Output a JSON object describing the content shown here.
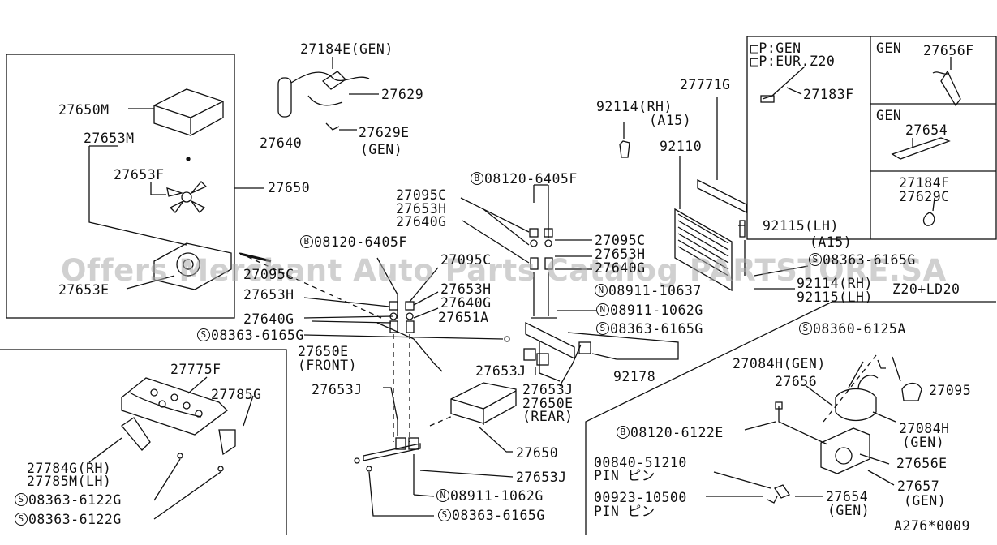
{
  "watermark": "Offers Merchant Auto Parts Catalog PARTSTORE.SA",
  "labels": {
    "p27184E": "27184E(GEN)",
    "p27629": "27629",
    "p27640": "27640",
    "p27629E": "27629E",
    "gen": "(GEN)",
    "p27650M": "27650M",
    "p27653M": "27653M",
    "p27653F": "27653F",
    "p27650": "27650",
    "p27653E": "27653E",
    "b6405F_top": "08120-6405F",
    "p27095C_a": "27095C",
    "p27653H_a": "27653H",
    "p27640G_a": "27640G",
    "p27095C_b": "27095C",
    "p27653H_b": "27653H",
    "p27640G_b": "27640G",
    "b6405F_left": "08120-6405F",
    "p27095C_c": "27095C",
    "p27653H_c": "27653H",
    "p27640G_c": "27640G",
    "p27095C_d": "27095C",
    "p27653H_d": "27653H",
    "p27640G_d": "27640G",
    "n0637": "08911-10637",
    "n1062G_a": "08911-1062G",
    "p27651A": "27651A",
    "s6165G_a": "08363-6165G",
    "s6165G_b": "08363-6165G",
    "s6165G_c": "08363-6165G",
    "s6165G_d": "08363-6165G",
    "p27650E_f": "27650E",
    "front": "(FRONT)",
    "p27653J_a": "27653J",
    "p27653J_b": "27653J",
    "p27653J_c": "27653J",
    "p27650E_r": "27650E",
    "rear": "(REAR)",
    "p92178": "92178",
    "p27650_b": "27650",
    "n1062G_b": "08911-1062G",
    "p92114": "92114(RH)",
    "a15": "(A15)",
    "p27771G": "27771G",
    "p92110": "92110",
    "p92115lh": "92115(LH)",
    "a15b": "(A15)",
    "p92114b": "92114(RH)",
    "p92115b": "92115(LH)",
    "z20": "Z20+LD20",
    "opgen": "□P:GEN",
    "opeur": "□P:EUR.Z20",
    "p27183F": "27183F",
    "gen_r1": "GEN",
    "p27656F": "27656F",
    "gen_r2": "GEN",
    "p27654": "27654",
    "p27184F": "27184F",
    "p27629C": "27629C",
    "s6125A": "08360-6125A",
    "p27084Hgen": "27084H(GEN)",
    "p27656": "27656",
    "p27095": "27095",
    "p27084H": "27084H",
    "gen2": "(GEN)",
    "b6122E": "08120-6122E",
    "p00840": "00840-51210",
    "pin1": "PIN ピン",
    "p27656E": "27656E",
    "p27657": "27657",
    "gen3": "(GEN)",
    "p00923": "00923-10500",
    "pin2": "PIN ピン",
    "p27654b": "27654",
    "gen4": "(GEN)",
    "code": "A276*0009",
    "p27775F": "27775F",
    "p27785G": "27785G",
    "p27784G": "27784G(RH)",
    "p27785M": "27785M(LH)",
    "s6122G_a": "08363-6122G",
    "s6122G_b": "08363-6122G"
  },
  "prefix": {
    "B": "B",
    "S": "S",
    "N": "N"
  }
}
